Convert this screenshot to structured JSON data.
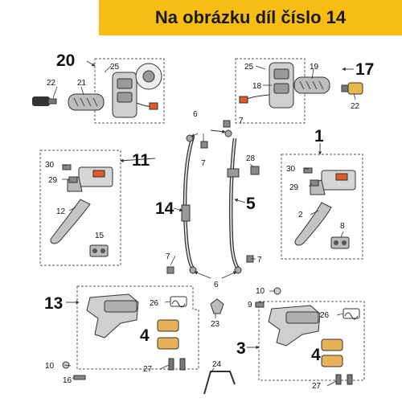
{
  "header": {
    "title": "Na obrázku díl číslo 14",
    "background_color": "#f7bd12"
  },
  "labels": {
    "p20": "20",
    "p25a": "25",
    "p22a": "22",
    "p21": "21",
    "p25b": "25",
    "p19": "19",
    "p17": "17",
    "p18": "18",
    "p22b": "22",
    "p6a": "6",
    "p7a": "7",
    "p7b": "7",
    "p30a": "30",
    "p11": "11",
    "p29a": "29",
    "p12": "12",
    "p15": "15",
    "p14": "14",
    "p5": "5",
    "p28": "28",
    "p1": "1",
    "p30b": "30",
    "p29b": "29",
    "p2": "2",
    "p8": "8",
    "p7c": "7",
    "p7d": "7",
    "p6b": "6",
    "p13": "13",
    "p26a": "26",
    "p4a": "4",
    "p10a": "10",
    "p16": "16",
    "p27a": "27",
    "p10b": "10",
    "p9": "9",
    "p23": "23",
    "p3": "3",
    "p24": "24",
    "p26b": "26",
    "p4b": "4",
    "p27b": "27"
  }
}
